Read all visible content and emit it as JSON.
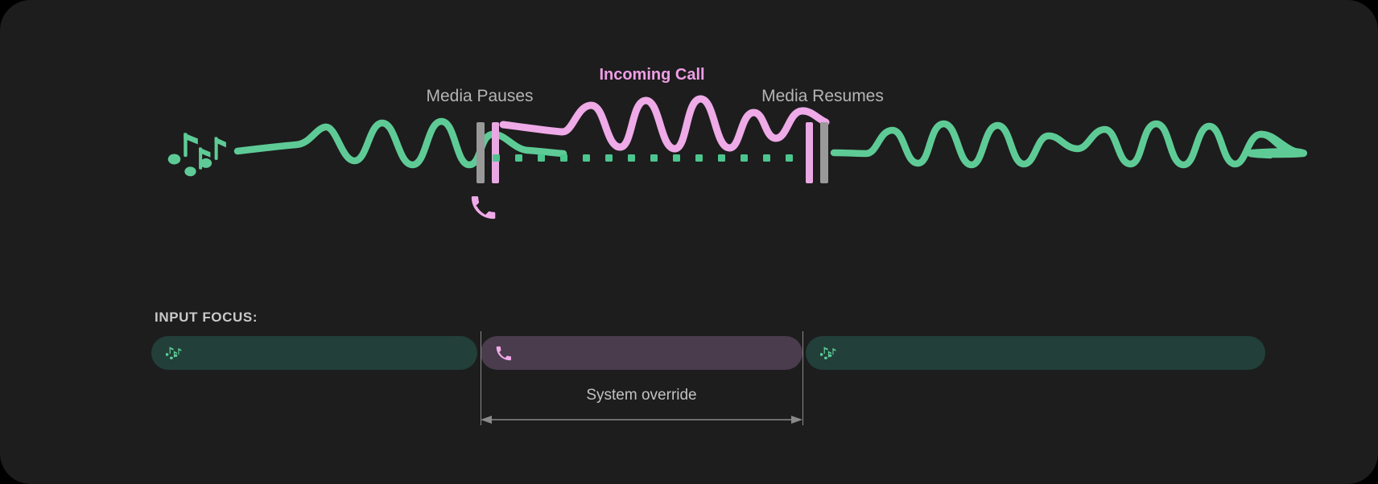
{
  "card": {
    "background": "#1d1d1d",
    "page_background": "#000000"
  },
  "timeline": {
    "labels": {
      "incoming_call": "Incoming Call",
      "media_pauses": "Media Pauses",
      "media_resumes": "Media Resumes"
    },
    "colors": {
      "media_wave": "#5ecb96",
      "call_wave": "#efaae8",
      "pause_bar_gray": "#999999",
      "pause_bar_pink": "#e9a8e3",
      "label_gray": "#b5b5b5",
      "label_pink": "#ef9ee6",
      "dotted_line": "#4cc58f"
    },
    "icons": {
      "music": "music-notes-icon",
      "phone": "phone-call-icon"
    }
  },
  "input_focus": {
    "title": "INPUT FOCUS:",
    "segments": [
      {
        "name": "media-left",
        "icon": "music-notes-icon",
        "color": "#223f39",
        "state": "media"
      },
      {
        "name": "call",
        "icon": "phone-call-icon",
        "color": "#4a3b4d",
        "state": "call"
      },
      {
        "name": "media-right",
        "icon": "music-notes-icon",
        "color": "#223f39",
        "state": "media"
      }
    ],
    "override_label": "System override"
  }
}
